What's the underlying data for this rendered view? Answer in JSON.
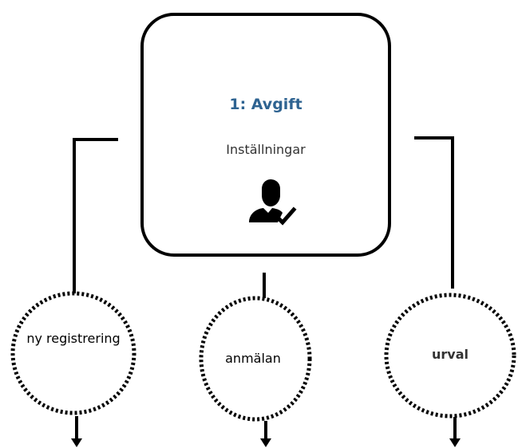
{
  "main_box": {
    "title": "1: Avgift",
    "subtitle": "Inställningar",
    "icon": "user-check-icon"
  },
  "branches": {
    "left": {
      "label": "ny registrering"
    },
    "center": {
      "label": "anmälan"
    },
    "right": {
      "label": "urval"
    }
  },
  "colors": {
    "title": "#2e6391",
    "line": "#000000",
    "background": "#ffffff"
  }
}
